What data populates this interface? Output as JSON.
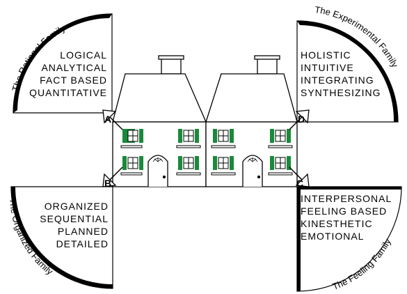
{
  "quadrants": {
    "a": {
      "letter": "A",
      "family": "The Rational Family",
      "lines": [
        "LOGICAL",
        "ANALYTICAL",
        "FACT BASED",
        "QUANTITATIVE"
      ]
    },
    "b": {
      "letter": "B",
      "family": "The Organized Family",
      "lines": [
        "ORGANIZED",
        "SEQUENTIAL",
        "PLANNED",
        "DETAILED"
      ]
    },
    "c": {
      "letter": "C",
      "family": "The Feeling Family",
      "lines": [
        "INTERPERSONAL",
        "FEELING BASED",
        "KINESTHETIC",
        "EMOTIONAL"
      ]
    },
    "d": {
      "letter": "D",
      "family": "The Experimental Family",
      "lines": [
        "HOLISTIC",
        "INTUITIVE",
        "INTEGRATING",
        "SYNTHESIZING"
      ]
    }
  },
  "colors": {
    "shutter": "#1a8a3a",
    "line": "#000000"
  }
}
